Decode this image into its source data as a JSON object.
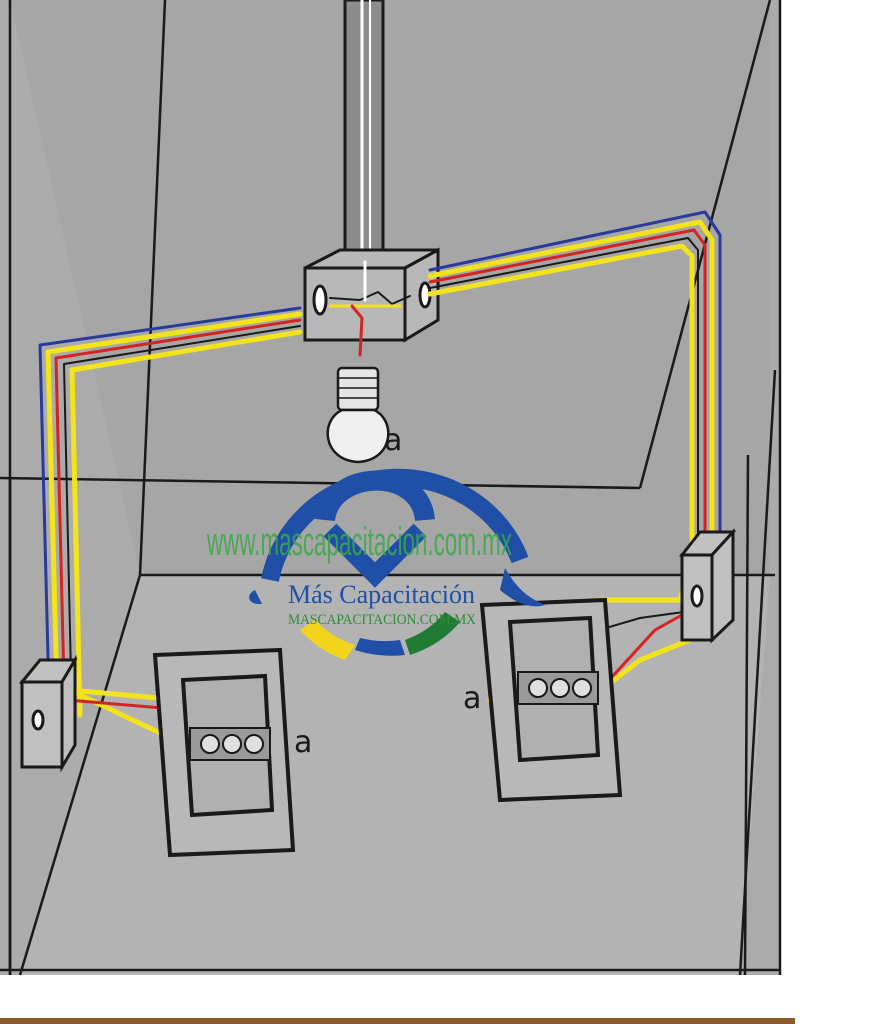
{
  "labels": {
    "lamp": "a",
    "switch_left": "a",
    "switch_right": "a"
  },
  "watermark": {
    "url": "www.mascapacitacion.com.mx",
    "brand_name": "Más Capacitación",
    "brand_url": "MASCAPACITACION.COM.MX"
  },
  "wire_colors": {
    "blue": "#2a3a9a",
    "yellow": "#f2e31a",
    "red": "#d42323",
    "black": "#1a1a1a"
  },
  "colors": {
    "wall": "#a8a8a8",
    "floor": "#b0b0b0",
    "logo_blue": "#1f4fa6",
    "logo_green": "#1f7a34",
    "logo_yellow": "#f2d51a",
    "bottom_rule": "#8a5a2a"
  }
}
